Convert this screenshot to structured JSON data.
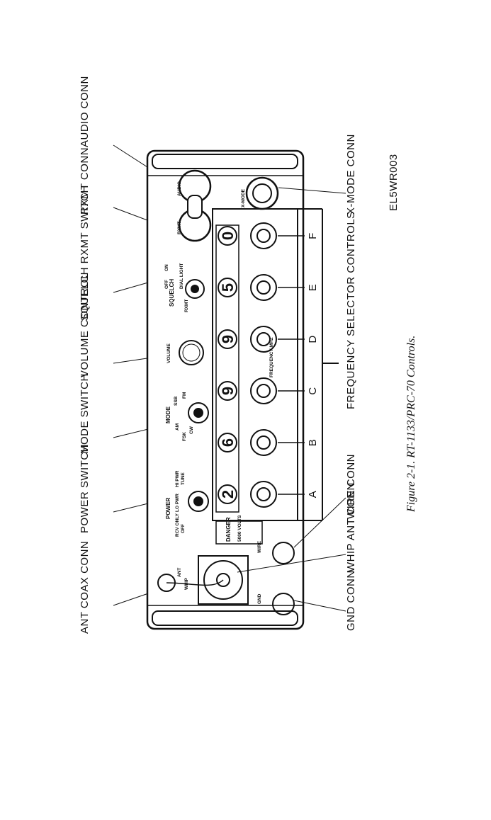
{
  "callouts": {
    "ant_coax_conn": "ANT COAX CONN",
    "power_switch": "POWER SWITCH",
    "mode_switch": "MODE SWITCH",
    "volume_control": "VOLUME CONTROL",
    "squelch_rxmt_switch": "SQUELCH RXMT SWITCH",
    "rxmt_conn": "RXMT CONN",
    "audio_conn": "AUDIO CONN",
    "x_mode_conn": "X-MODE CONN",
    "frequency_selector_controls": "FREQUENCY SELECTOR CONTROLS",
    "wire_conn": "WIRE CONN",
    "whip_ant_conn": "WHIP ANT CONN",
    "gnd_conn": "GND CONN"
  },
  "figure_id": "EL5WR003",
  "caption": "Figure 2-1. RT-1133/PRC-70 Controls.",
  "panel": {
    "power": {
      "title": "POWER",
      "positions": [
        "RCV ONLY",
        "LO PWR",
        "HI PWR",
        "OFF",
        "TUNE"
      ]
    },
    "mode": {
      "title": "MODE",
      "positions": [
        "AM",
        "SSB",
        "FSK",
        "FM",
        "CW"
      ]
    },
    "volume": "VOLUME",
    "squelch": {
      "title": "SQUELCH",
      "positions": [
        "OFF",
        "ON",
        "DIAL LIGHT",
        "RXMT"
      ]
    },
    "frequency_label": "FREQUENCY MHZ",
    "digits": [
      "2",
      "6",
      "9",
      "9",
      "5",
      "0"
    ],
    "knob_letters": [
      "A",
      "B",
      "C",
      "D",
      "E",
      "F"
    ],
    "danger": "DANGER",
    "danger_volts": "5000 VOLTS",
    "connectors": {
      "ant": "ANT",
      "whip": "WHIP",
      "wire": "WIRE",
      "gnd": "GND",
      "rxmt": "RXMT",
      "audio": "AUDIO",
      "xmode": "X-MODE"
    }
  }
}
